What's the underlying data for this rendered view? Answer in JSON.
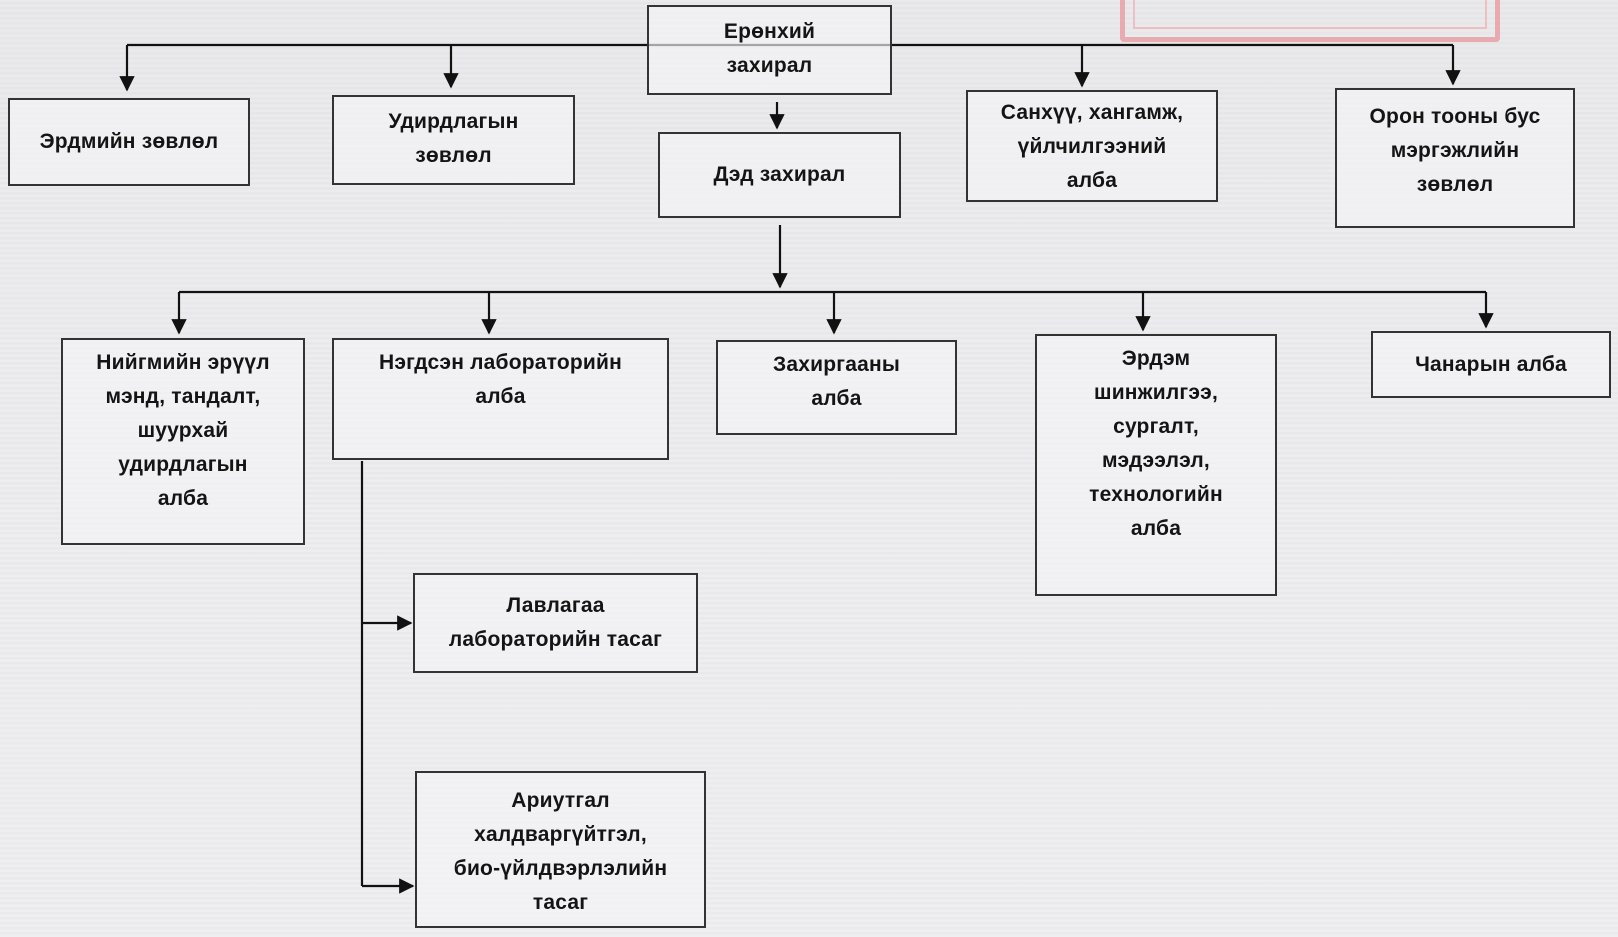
{
  "diagram": {
    "root": {
      "lines": [
        "Ерөнхий",
        "захирал"
      ]
    },
    "councils": [
      {
        "lines": [
          "Эрдмийн зөвлөл"
        ]
      },
      {
        "lines": [
          "Удирдлагын",
          "зөвлөл"
        ]
      },
      {
        "lines": [
          "Санхүү, хангамж,",
          "үйлчилгээний",
          "алба"
        ]
      },
      {
        "lines": [
          "Орон тооны бус",
          "мэргэжлийн",
          "зөвлөл"
        ]
      }
    ],
    "deputy": {
      "lines": [
        "Дэд захирал"
      ]
    },
    "departments": [
      {
        "lines": [
          "Нийгмийн эрүүл",
          "мэнд, тандалт,",
          "шуурхай",
          "удирдлагын",
          "алба"
        ]
      },
      {
        "lines": [
          "Нэгдсэн лабораторийн",
          "алба"
        ]
      },
      {
        "lines": [
          "Захиргааны",
          "алба"
        ]
      },
      {
        "lines": [
          "Эрдэм",
          "шинжилгээ,",
          "сургалт,",
          "мэдээлэл,",
          "технологийн",
          "алба"
        ]
      },
      {
        "lines": [
          "Чанарын алба"
        ]
      }
    ],
    "lab_units": [
      {
        "lines": [
          "Лавлагаа",
          "лабораторийн тасаг"
        ]
      },
      {
        "lines": [
          "Ариутгал",
          "халдваргүйтгэл,",
          "био-үйлдвэрлэлийн",
          "тасаг"
        ]
      }
    ]
  },
  "colors": {
    "line": "#111111",
    "box_border": "#333333",
    "stamp": "#e8a1a6"
  }
}
